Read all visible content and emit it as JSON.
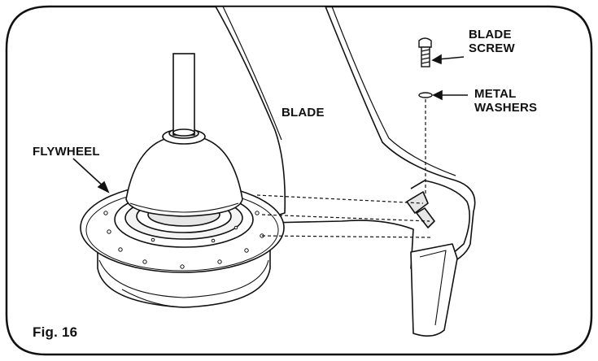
{
  "figure": {
    "caption": "Fig. 16",
    "labels": {
      "flywheel": "FLYWHEEL",
      "blade": "BLADE",
      "blade_screw": [
        "BLADE",
        "SCREW"
      ],
      "metal_washers": [
        "METAL",
        "WASHERS"
      ]
    },
    "colors": {
      "line": "#111111",
      "background": "#ffffff",
      "shade": "#e6e6e6"
    }
  }
}
